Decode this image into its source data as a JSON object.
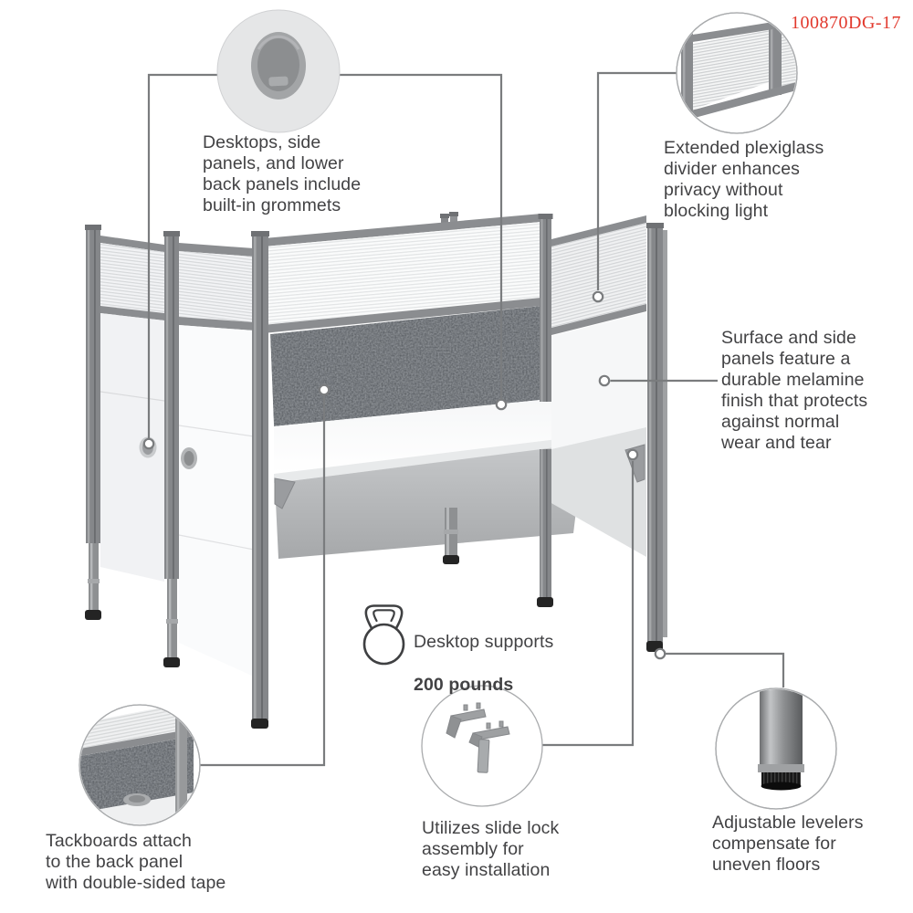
{
  "product_code": "100870DG-17",
  "callouts": {
    "grommets": {
      "text": "Desktops, side\npanels, and lower\nback panels include\nbuilt-in grommets"
    },
    "plexiglass": {
      "text": "Extended plexiglass\ndivider enhances\nprivacy without\nblocking light"
    },
    "melamine": {
      "text": "Surface and side\npanels feature a\ndurable melamine\nfinish that protects\nagainst normal\nwear and tear"
    },
    "weight": {
      "line1": "Desktop supports",
      "line2": "200 pounds"
    },
    "tackboards": {
      "text": "Tackboards attach\nto the back panel\nwith double-sided tape"
    },
    "slide_lock": {
      "text": "Utilizes slide lock\nassembly for\neasy installation"
    },
    "levelers": {
      "text": "Adjustable levelers\ncompensate for\nuneven floors"
    }
  },
  "icons": {
    "weight_icon": "kettlebell",
    "callout_markers": "ring-dot"
  },
  "colors": {
    "accent_red": "#e2382c",
    "body_text": "#424244",
    "leader_line": "#7a7c7e",
    "frame_gray": "#8b8d90",
    "tackboard_gray": "#53575c",
    "panel_white": "#fafbfc"
  }
}
